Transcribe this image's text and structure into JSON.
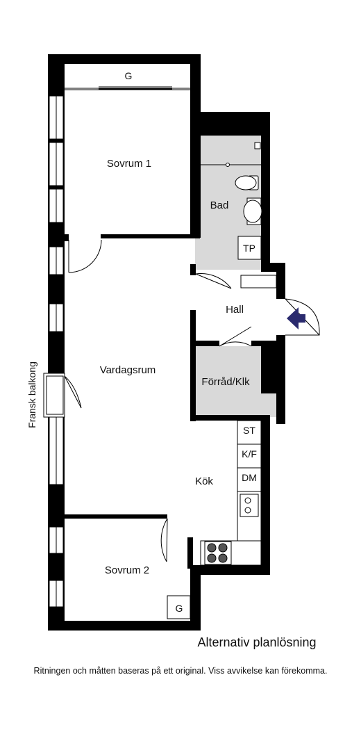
{
  "rooms": {
    "sovrum1": "Sovrum 1",
    "bad": "Bad",
    "hall": "Hall",
    "vardagsrum": "Vardagsrum",
    "forrad": "Förråd/Klk",
    "kok": "Kök",
    "sovrum2": "Sovrum 2"
  },
  "fixtures": {
    "wardrobe_top": "G",
    "wardrobe_bottom": "G",
    "tp": "TP",
    "st": "ST",
    "kf": "K/F",
    "dm": "DM"
  },
  "balcony_label": "Fransk balkong",
  "caption": "Alternativ planlösning",
  "disclaimer": "Ritningen och måtten baseras på ett original. Viss avvikelse kan förekomma.",
  "colors": {
    "wall": "#000000",
    "wet_room_fill": "#d9d9d9",
    "entrance_arrow": "#2a2a6e"
  }
}
